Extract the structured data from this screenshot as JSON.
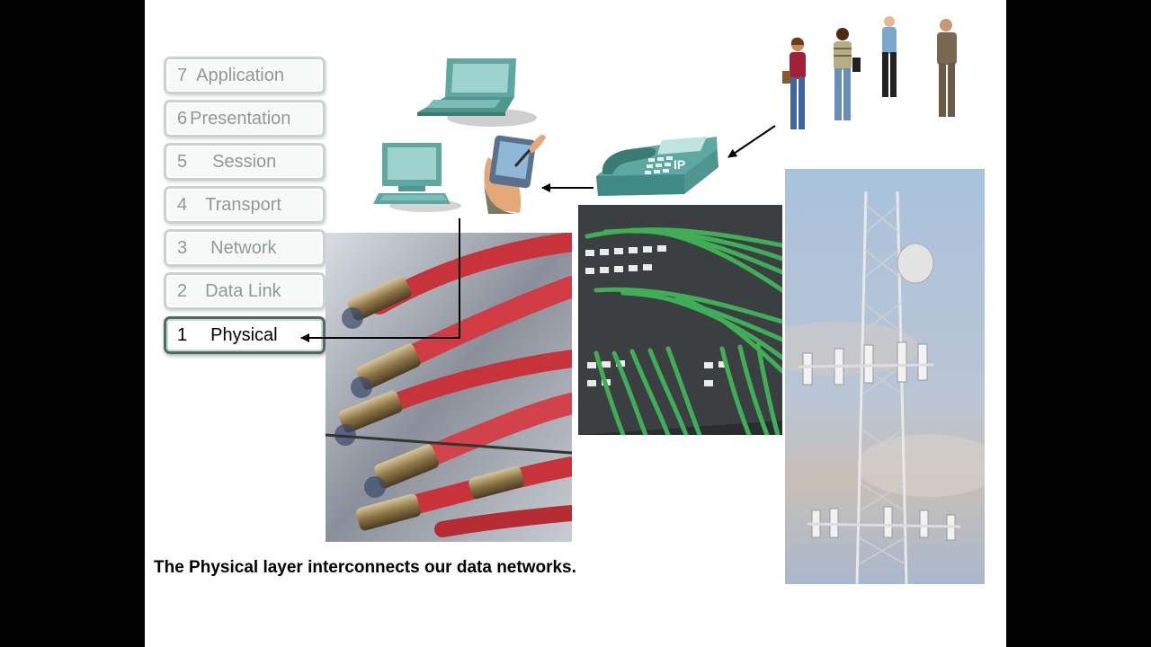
{
  "osi_layers": [
    {
      "num": "7",
      "name": "Application",
      "active": false
    },
    {
      "num": "6",
      "name": "Presentation",
      "active": false
    },
    {
      "num": "5",
      "name": "Session",
      "active": false
    },
    {
      "num": "4",
      "name": "Transport",
      "active": false
    },
    {
      "num": "3",
      "name": "Network",
      "active": false
    },
    {
      "num": "2",
      "name": "Data Link",
      "active": false
    },
    {
      "num": "1",
      "name": "Physical",
      "active": true
    }
  ],
  "phone": {
    "label": "IP"
  },
  "caption": "The Physical layer interconnects our data networks.",
  "colors": {
    "device_teal": "#5fa8a2",
    "cable_red": "#c8323a",
    "cable_green": "#3fae56",
    "sky_blue": "#a9c2dc"
  },
  "icons": [
    "laptop-icon",
    "desktop-computer-icon",
    "pda-hand-icon",
    "ip-phone-icon",
    "people-icon"
  ]
}
